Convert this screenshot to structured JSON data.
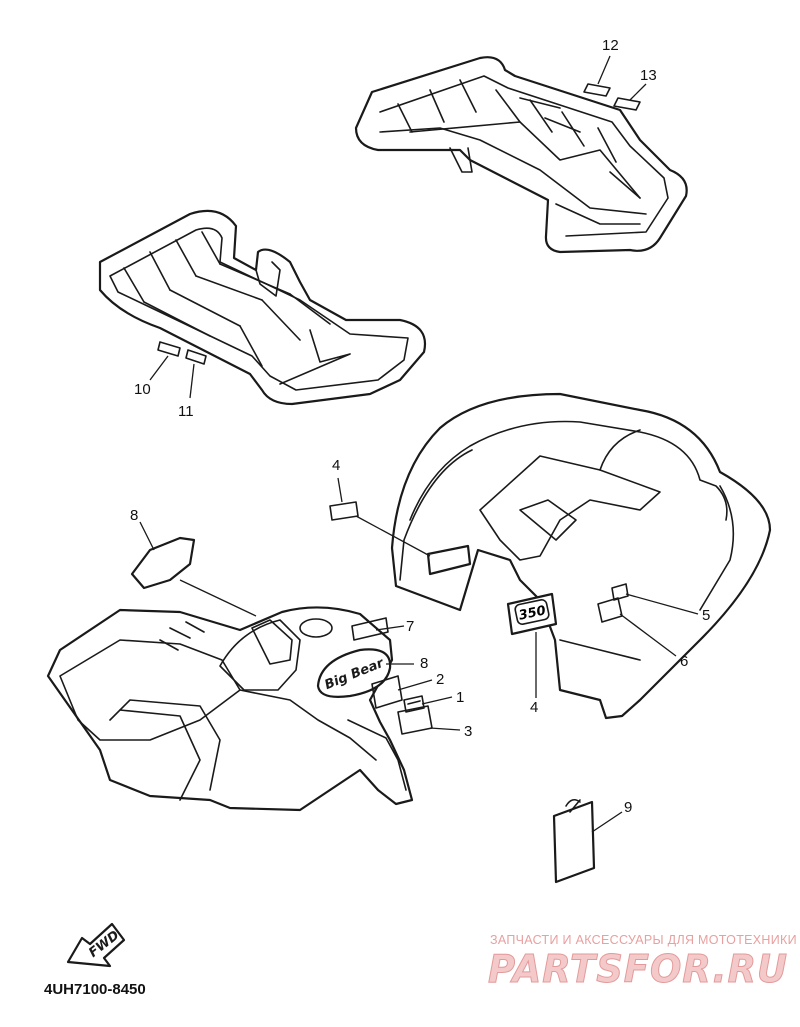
{
  "callouts": {
    "c1": "1",
    "c2": "2",
    "c3": "3",
    "c4a": "4",
    "c4b": "4",
    "c5": "5",
    "c6": "6",
    "c7": "7",
    "c8a": "8",
    "c8b": "8",
    "c9": "9",
    "c10": "10",
    "c11": "11",
    "c12": "12",
    "c13": "13"
  },
  "fwd_label": "FWD",
  "decal_350": "350",
  "tank_emblem": "Big Bear",
  "diagram_code": "4UH7100-8450",
  "watermark": {
    "tagline": "ЗАПЧАСТИ И АКСЕССУАРЫ ДЛЯ МОТОТЕХНИКИ",
    "brand": "PARTSFOR.RU"
  },
  "colors": {
    "line": "#1a1a1a",
    "watermark": "#e8a0a0"
  }
}
